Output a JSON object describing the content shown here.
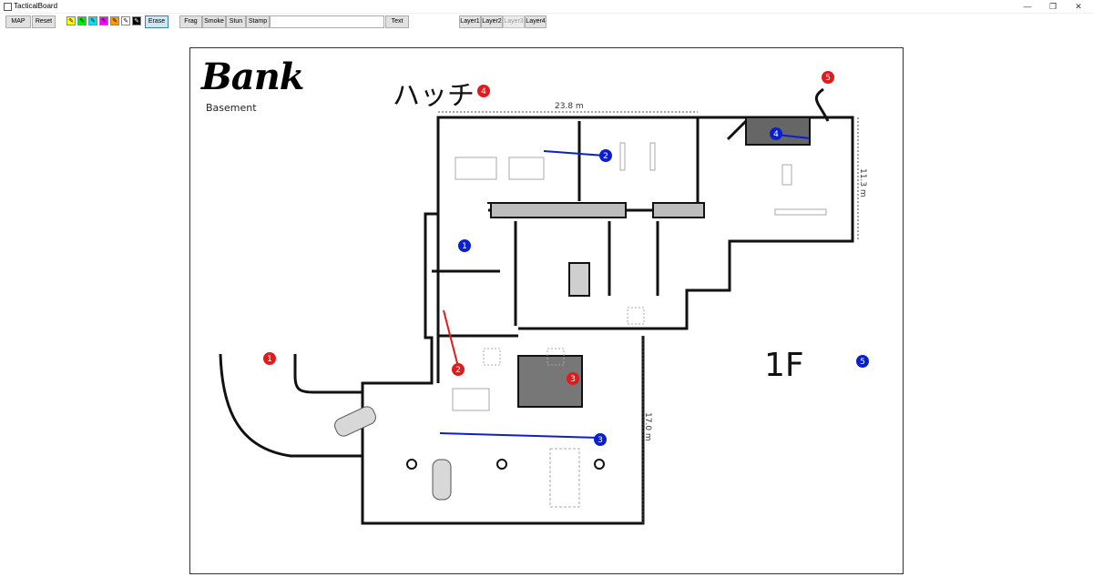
{
  "window": {
    "title": "TacticalBoard",
    "minimize_glyph": "—",
    "maximize_glyph": "❐",
    "close_glyph": "✕"
  },
  "toolbar": {
    "map_label": "MAP",
    "reset_label": "Reset",
    "pens": [
      {
        "icon": "pen-icon",
        "color": "#ffff00"
      },
      {
        "icon": "pen-icon",
        "color": "#00ee00"
      },
      {
        "icon": "pen-icon",
        "color": "#00e5e5"
      },
      {
        "icon": "pen-icon",
        "color": "#ff00ff"
      },
      {
        "icon": "pen-icon",
        "color": "#ff9900"
      },
      {
        "icon": "pen-icon",
        "color": "#ffffff"
      },
      {
        "icon": "pen-icon",
        "color": "#000000"
      }
    ],
    "erase_label": "Erase",
    "frag_label": "Frag",
    "smoke_label": "Smoke",
    "stun_label": "Stun",
    "stamp_label": "Stamp",
    "text_input_value": "",
    "text_label": "Text",
    "layers": [
      "Layer1",
      "Layer2",
      "Layer3",
      "Layer4"
    ]
  },
  "board": {
    "map_name": "Bank",
    "floor_name": "Basement",
    "dimensions": {
      "top": "23.8 m",
      "right": "11.3 m",
      "bottom_right": "17.0 m"
    },
    "handwriting": {
      "note_1": "ハッチ",
      "note_2": "1F"
    },
    "red_markers": [
      "1",
      "2",
      "3",
      "4",
      "5"
    ],
    "blue_markers": [
      "1",
      "2",
      "3",
      "4",
      "5"
    ],
    "colors": {
      "red_team": "#e11b1b",
      "blue_team": "#0a1fd0"
    }
  }
}
